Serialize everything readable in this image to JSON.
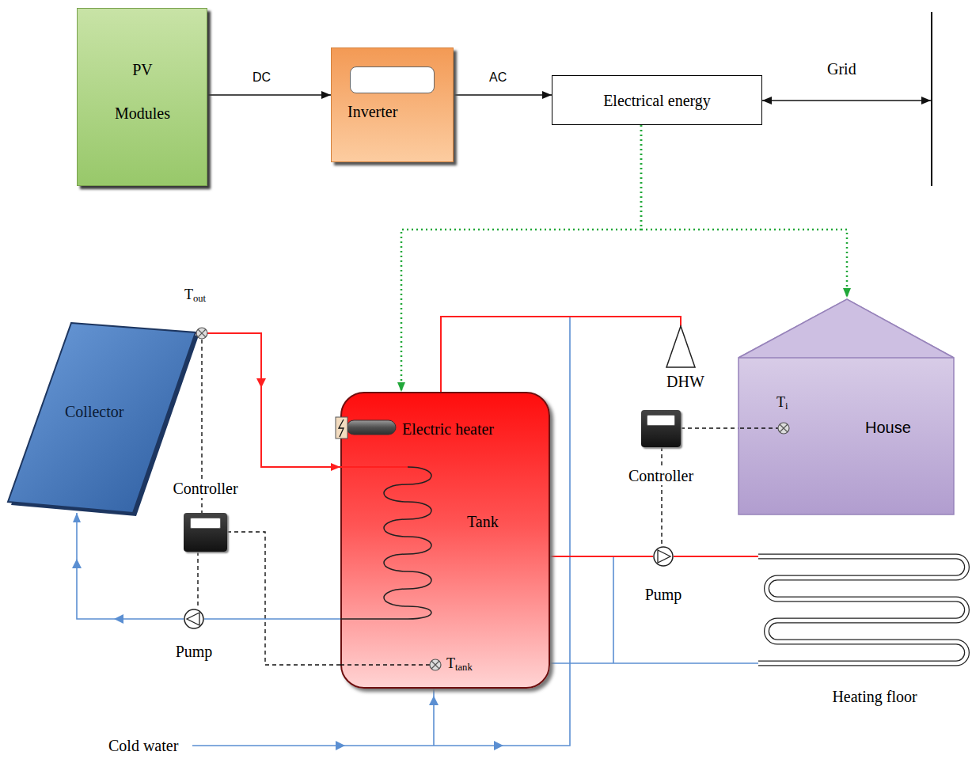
{
  "diagram": {
    "nodes": [
      {
        "text": [
          "PV Modules"
        ]
      },
      {
        "text": [
          "Inverter"
        ]
      },
      {
        "text": [
          "Electrical energy"
        ]
      },
      {
        "text": [
          "Grid"
        ]
      },
      {
        "text": [
          "Collector"
        ]
      },
      {
        "text": [
          "Controller"
        ]
      },
      {
        "text": [
          "Pump"
        ]
      },
      {
        "text": [
          "Tank"
        ]
      },
      {
        "text": [
          "DHW"
        ]
      },
      {
        "text": [
          "Controller"
        ]
      },
      {
        "text": [
          "Pump"
        ]
      },
      {
        "text": [
          "House"
        ]
      },
      {
        "text": [
          "Heating floor"
        ]
      }
    ],
    "edges": [
      {
        "from": 0,
        "to": 1,
        "label": "DC",
        "arrow": "to"
      },
      {
        "from": 1,
        "to": 2,
        "label": "AC",
        "arrow": "to"
      },
      {
        "from": 2,
        "to": 3,
        "arrow": "both"
      },
      {
        "from": 2,
        "to": 7,
        "arrow": "to"
      },
      {
        "from": 2,
        "to": 11,
        "arrow": "to"
      },
      {
        "from": 4,
        "to": 7,
        "arrow": "to"
      },
      {
        "from": 7,
        "to": 6,
        "arrow": "none"
      },
      {
        "from": 6,
        "to": 4,
        "arrow": "to"
      },
      {
        "from": 5,
        "to": 6,
        "arrow": "none"
      },
      {
        "from": 7,
        "to": 8,
        "arrow": "none"
      },
      {
        "from": 9,
        "to": 10,
        "arrow": "none"
      },
      {
        "from": 7,
        "to": 10,
        "arrow": "none"
      },
      {
        "from": 10,
        "to": 12,
        "arrow": "none"
      },
      {
        "from": 12,
        "to": 7,
        "arrow": "none"
      }
    ],
    "labels": [
      "Tout",
      "Electric heater",
      "Ttank",
      "Ti",
      "Cold water"
    ]
  }
}
